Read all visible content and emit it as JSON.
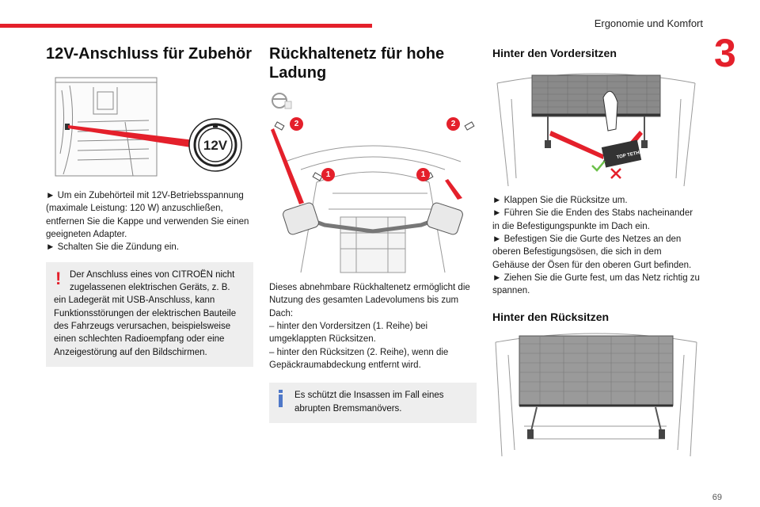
{
  "header": {
    "title": "Ergonomie und Komfort",
    "chapter_number": "3",
    "page_number": "69"
  },
  "col1": {
    "title": "12V-Anschluss für Zubehör",
    "socket_label": "12V",
    "steps": [
      "► Um ein Zubehörteil mit 12V-Betriebsspannung (maximale Leistung: 120 W) anzuschließen, entfernen Sie die Kappe und verwenden Sie einen geeigneten Adapter.",
      "► Schalten Sie die Zündung ein."
    ],
    "warning": {
      "first": "Der Anschluss eines von CITROËN nicht zugelassenen elektrischen Geräts, z. B.",
      "rest": "ein Ladegerät mit USB-Anschluss, kann Funktionsstörungen der elektrischen Bauteile des Fahrzeugs verursachen, beispielsweise einen schlechten Radioempfang oder eine Anzeigestörung auf den Bildschirmen."
    }
  },
  "col2": {
    "title": "Rückhaltenetz für hohe Ladung",
    "callouts": {
      "one": "1",
      "two": "2"
    },
    "description": "Dieses abnehmbare Rückhaltenetz ermöglicht die Nutzung des gesamten Ladevolumens bis zum Dach:",
    "items": [
      "– hinter den Vordersitzen (1. Reihe) bei umgeklappten Rücksitzen.",
      "– hinter den Rücksitzen (2. Reihe), wenn die Gepäckraumabdeckung entfernt wird."
    ],
    "info": "Es schützt die Insassen im Fall eines abrupten Bremsmanövers."
  },
  "col3": {
    "section1_title": "Hinter den Vordersitzen",
    "tether_label": "TOP TETHER",
    "steps": [
      "► Klappen Sie die Rücksitze um.",
      "► Führen Sie die Enden des Stabs nacheinander in die Befestigungspunkte im Dach ein.",
      "► Befestigen Sie die Gurte des Netzes an den oberen Befestigungsösen, die sich in dem Gehäuse der Ösen für den oberen Gurt befinden.",
      "► Ziehen Sie die Gurte fest, um das Netz richtig zu spannen."
    ],
    "section2_title": "Hinter den Rücksitzen"
  },
  "colors": {
    "accent_red": "#e4202b",
    "info_blue": "#4f78c8",
    "box_grey": "#eeeeee"
  }
}
